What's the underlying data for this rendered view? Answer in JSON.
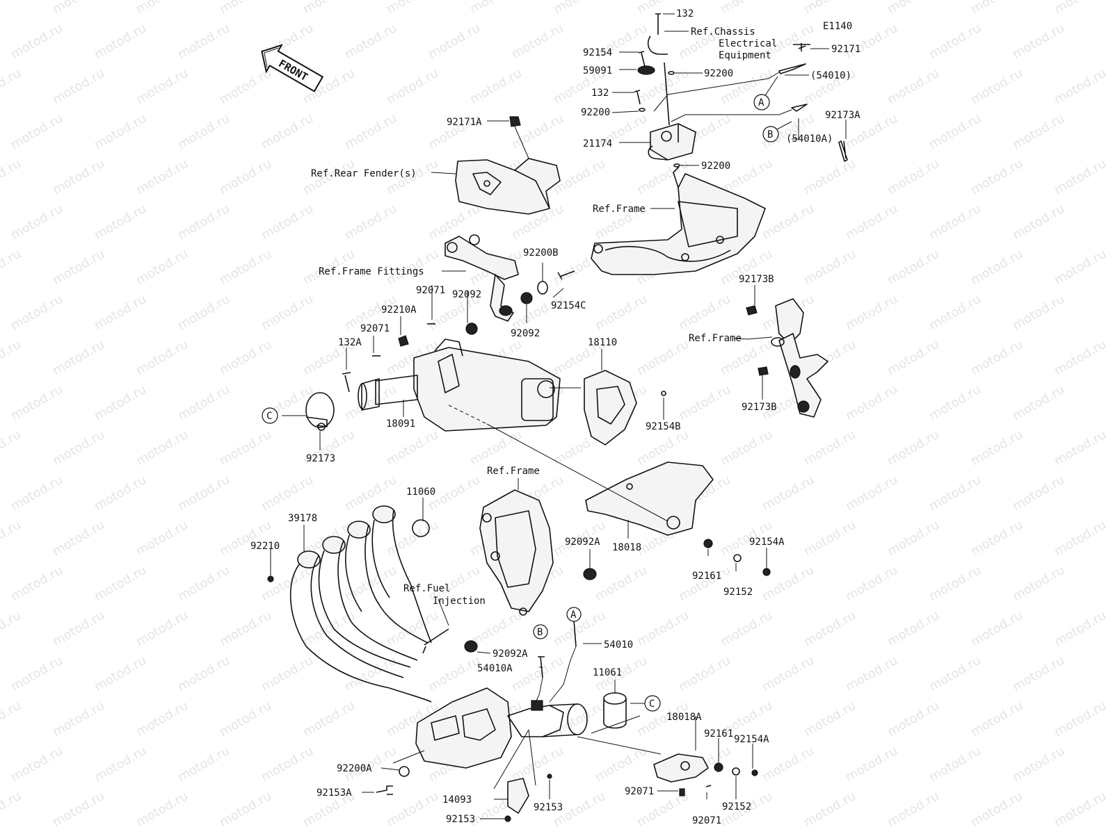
{
  "diagram_code": "E1140",
  "front_arrow": "FRONT",
  "watermark": "motod.ru",
  "labels": {
    "p132_top": "132",
    "ref_chassis_l1": "Ref.Chassis",
    "ref_chassis_l2": "Electrical",
    "ref_chassis_l3": "Equipment",
    "p92171": "92171",
    "p92154": "92154",
    "p59091": "59091",
    "p92200_1": "92200",
    "p54010_paren": "(54010)",
    "p132_mid": "132",
    "p92200_2": "92200",
    "p54010A_paren": "(54010A)",
    "p92173A": "92173A",
    "p92171A": "92171A",
    "p21174": "21174",
    "p92200_3": "92200",
    "ref_rear_fender": "Ref.Rear Fender(s)",
    "ref_frame_1": "Ref.Frame",
    "ref_frame_fittings": "Ref.Frame Fittings",
    "p92200B": "92200B",
    "p92071_1": "92071",
    "p92092_1": "92092",
    "p92154C": "92154C",
    "p92210A": "92210A",
    "p92092_2": "92092",
    "p92173B_1": "92173B",
    "p92071_2": "92071",
    "ref_frame_2": "Ref.Frame",
    "p132A": "132A",
    "p18110": "18110",
    "p18091": "18091",
    "p92154B": "92154B",
    "p92173B_2": "92173B",
    "p92173": "92173",
    "ref_frame_3": "Ref.Frame",
    "p11060": "11060",
    "p39178": "39178",
    "p92210": "92210",
    "p92092A_1": "92092A",
    "p18018": "18018",
    "p92154A_1": "92154A",
    "p92161_1": "92161",
    "p92152_1": "92152",
    "ref_fuel_l1": "Ref.Fuel",
    "ref_fuel_l2": "Injection",
    "p54010": "54010",
    "p92092A_2": "92092A",
    "p54010A": "54010A",
    "p11061": "11061",
    "p18018A": "18018A",
    "p92161_2": "92161",
    "p92154A_2": "92154A",
    "p92200A": "92200A",
    "p92153A": "92153A",
    "p14093": "14093",
    "p92153_1": "92153",
    "p92071_3": "92071",
    "p92152_2": "92152",
    "p92153_2": "92153",
    "p92071_4": "92071"
  },
  "callouts": {
    "a1": "A",
    "b1": "B",
    "c1": "C",
    "a2": "A",
    "b2": "B",
    "c2": "C"
  }
}
